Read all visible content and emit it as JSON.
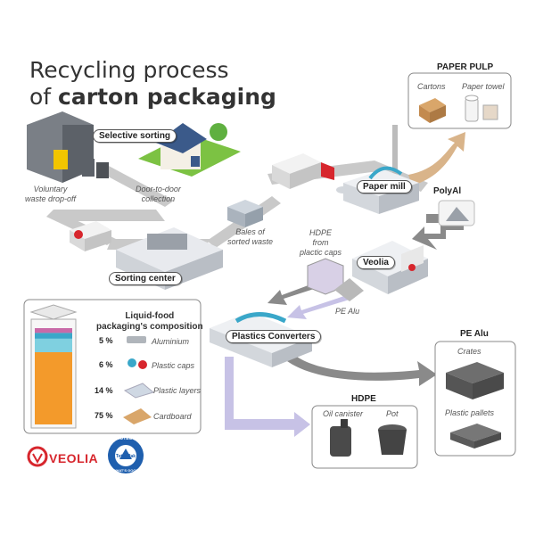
{
  "title": {
    "line1": "Recycling process",
    "line2_prefix": "of ",
    "line2_bold": "carton packaging"
  },
  "labels": {
    "selective_sorting": "Selective sorting",
    "paper_mill": "Paper mill",
    "polyal": "PolyAl",
    "veolia_site": "Veolia",
    "sorting_center": "Sorting center",
    "plastics_converters": "Plastics Converters"
  },
  "captions": {
    "voluntary_dropoff_1": "Voluntary",
    "voluntary_dropoff_2": "waste drop-off",
    "door_to_door_1": "Door-to-door",
    "door_to_door_2": "collection",
    "bales_1": "Bales of",
    "bales_2": "sorted waste",
    "hdpe_caps_1": "HDPE",
    "hdpe_caps_2": "from",
    "hdpe_caps_3": "plactic caps",
    "pe_alu_small": "PE Alu"
  },
  "outputs": {
    "paper_pulp": {
      "title": "PAPER PULP",
      "items": [
        "Cartons",
        "Paper towel"
      ]
    },
    "pe_alu": {
      "title": "PE Alu",
      "items": [
        "Crates",
        "Plastic pallets"
      ]
    },
    "hdpe": {
      "title": "HDPE",
      "items": [
        "Oil canister",
        "Pot"
      ]
    }
  },
  "composition": {
    "title_1": "Liquid-food",
    "title_2": "packaging's composition",
    "rows": [
      {
        "pct": "5 %",
        "label": "Aluminium",
        "value": 5,
        "color": "#c86aa8"
      },
      {
        "pct": "6 %",
        "label": "Plastic caps",
        "value": 6,
        "color": "#3aa7c9"
      },
      {
        "pct": "14 %",
        "label": "Plastic layers",
        "value": 14,
        "color": "#7fd0e0"
      },
      {
        "pct": "75 %",
        "label": "Cardboard",
        "value": 75,
        "color": "#f39a2b"
      }
    ]
  },
  "logos": {
    "veolia": "VEOLIA",
    "tetra_text_1": "PROTECTS",
    "tetra_text_2": "Tetra Pak",
    "tetra_text_3": "WHAT'S GOOD"
  },
  "colors": {
    "path_grey": "#c9c9c9",
    "arrow_dark": "#8a8a8a",
    "arrow_tan": "#d9b48a",
    "arrow_lavender": "#c7c2e6",
    "veolia_red": "#d7262d",
    "roof_blue": "#3b5a8a",
    "grass": "#7cc243"
  }
}
